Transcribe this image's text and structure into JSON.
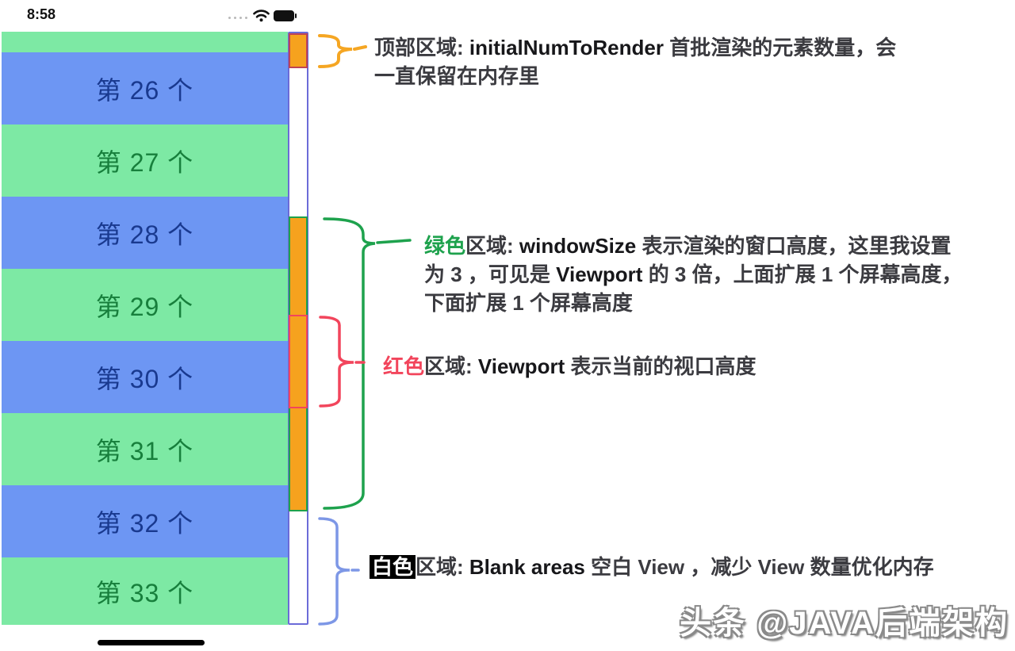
{
  "status_bar": {
    "time": "8:58"
  },
  "list": {
    "items": [
      {
        "label": "",
        "color": "green"
      },
      {
        "label": "第 26 个",
        "color": "blue"
      },
      {
        "label": "第 27 个",
        "color": "green"
      },
      {
        "label": "第 28 个",
        "color": "blue"
      },
      {
        "label": "第 29 个",
        "color": "green"
      },
      {
        "label": "第 30 个",
        "color": "blue"
      },
      {
        "label": "第 31 个",
        "color": "green"
      },
      {
        "label": "第 32 个",
        "color": "blue"
      },
      {
        "label": "第 33 个",
        "color": "green"
      }
    ]
  },
  "strip": {
    "regions": [
      {
        "name": "top-initial-num-to-render",
        "appearance": "orange block, top of bar"
      },
      {
        "name": "window-size",
        "appearance": "orange block with green border"
      },
      {
        "name": "viewport",
        "appearance": "orange block with red border"
      },
      {
        "name": "blank-areas",
        "appearance": "white bar background"
      }
    ]
  },
  "annotations": {
    "top": {
      "line1_prefix": "顶部区域: ",
      "term": "initialNumToRender",
      "line1_rest": "  首批渲染的元素数量，会",
      "line2": "一直保留在内存里"
    },
    "window": {
      "color_word": "绿色",
      "label": "区域:  ",
      "term": "windowSize",
      "line1_rest": "  表示渲染的窗口高度，这里我设置",
      "line2_pre": "为 3 ，可见是 ",
      "term2": "Viewport",
      "line2_rest": " 的 3 倍，上面扩展 1 个屏幕高度，",
      "line3": "下面扩展 1 个屏幕高度"
    },
    "viewport": {
      "color_word": "红色",
      "label": "区域:  ",
      "term": "Viewport",
      "rest": "  表示当前的视口高度"
    },
    "blank": {
      "color_word": "白色",
      "label": "区域:  ",
      "term": "Blank areas",
      "rest": "  空白 View ，减少 View 数量优化内存"
    }
  },
  "watermark": "头条 @JAVA后端架构",
  "colors": {
    "blue_item_bg": "#6D96F3",
    "blue_item_text": "#19398F",
    "green_item_bg": "#7DE9A4",
    "green_item_text": "#177F3C",
    "strip_border": "#6B6BD8",
    "orange": "#F6A21E",
    "accent_orange": "#F5A623",
    "accent_green": "#1EA24D",
    "accent_red": "#F2455C",
    "accent_blue": "#7D97E6"
  }
}
